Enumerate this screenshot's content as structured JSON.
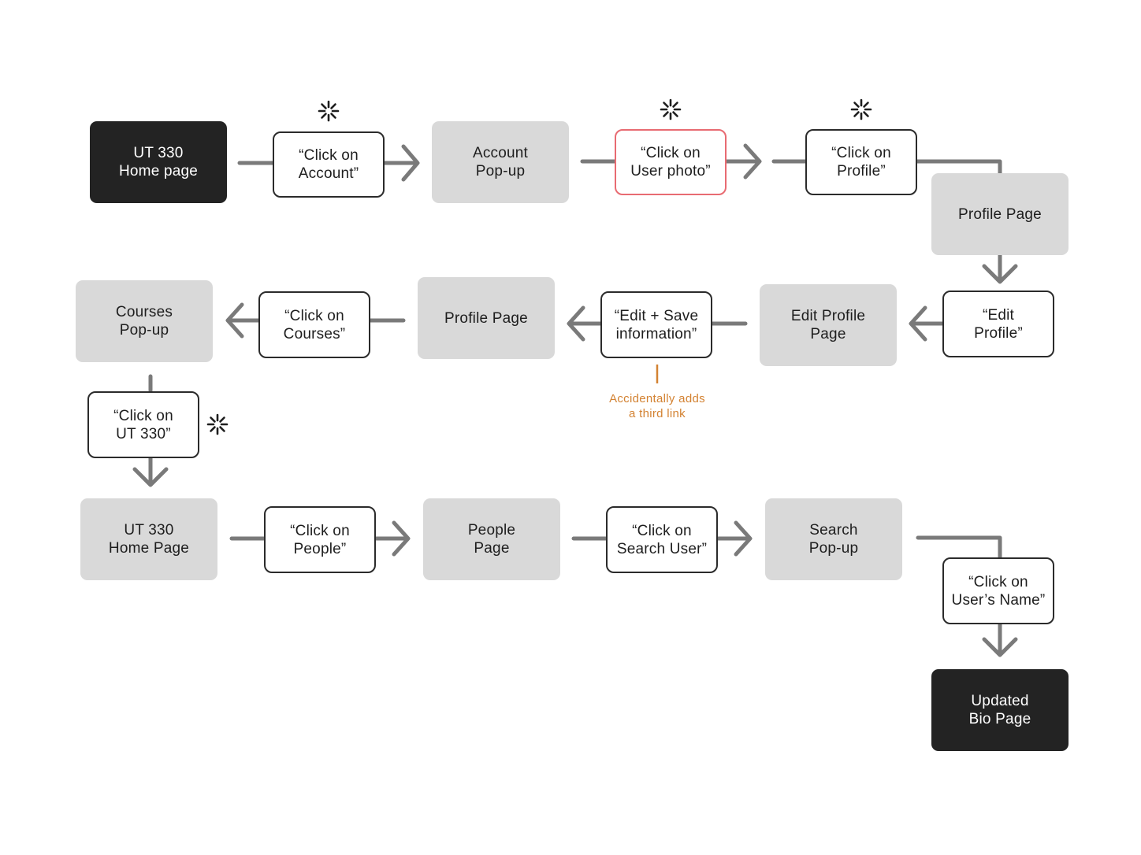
{
  "colors": {
    "connector": "#7a7a7a",
    "page_fill": "#d9d9d9",
    "terminal_fill": "#232323",
    "action_border": "#2b2b2b",
    "error_border": "#e86b72",
    "annotation": "#d38232",
    "spinner": "#1e1e1e"
  },
  "nodes": {
    "start": "UT 330\nHome page",
    "click_account": "“Click on\nAccount”",
    "account_popup": "Account\nPop-up",
    "click_user_photo": "“Click on\nUser photo”",
    "click_profile": "“Click on\nProfile”",
    "profile_page_1": "Profile Page",
    "edit_profile": "“Edit\nProfile”",
    "edit_profile_page": "Edit Profile\nPage",
    "edit_save": "“Edit + Save\ninformation”",
    "profile_page_2": "Profile Page",
    "click_courses": "“Click on\nCourses”",
    "courses_popup": "Courses\nPop-up",
    "click_ut330": "“Click on\nUT 330”",
    "ut330_home": "UT 330\nHome Page",
    "click_people": "“Click on\nPeople”",
    "people_page": "People\nPage",
    "click_search_user": "“Click on\nSearch User”",
    "search_popup": "Search\nPop-up",
    "click_users_name": "“Click on\nUser’s Name”",
    "updated_bio": "Updated\nBio Page"
  },
  "annotations": {
    "edit_save_note": "Accidentally adds\na third link"
  },
  "icons": {
    "loading_indicator": "loading-spinner-icon"
  }
}
